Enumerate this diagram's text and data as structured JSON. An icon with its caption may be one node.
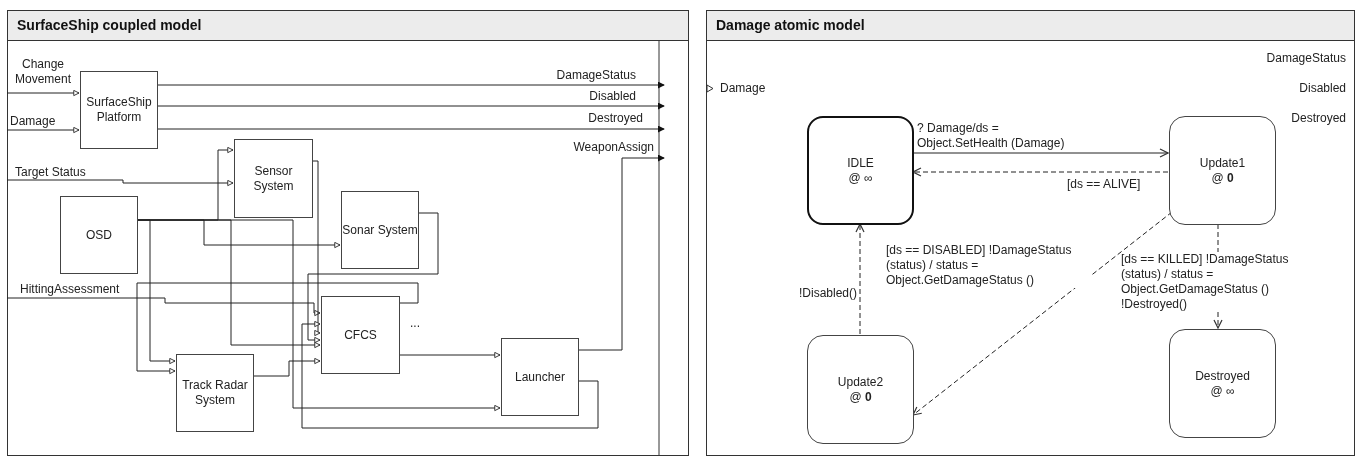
{
  "diagram": {
    "nodes": [
      {
        "text": [
          "SurfaceShip coupled model"
        ]
      },
      {
        "text": [
          "SurfaceShip Platform"
        ],
        "in": 0
      },
      {
        "text": [
          "Sensor System"
        ],
        "in": 0
      },
      {
        "text": [
          "OSD"
        ],
        "in": 0
      },
      {
        "text": [
          "Sonar System"
        ],
        "in": 0
      },
      {
        "text": [
          "CFCS"
        ],
        "in": 0,
        "beside": [
          "..."
        ]
      },
      {
        "text": [
          "Track Radar System"
        ],
        "in": 0
      },
      {
        "text": [
          "Launcher"
        ],
        "in": 0
      },
      {
        "text": [
          "Damage atomic model"
        ]
      },
      {
        "text": [
          "IDLE",
          "@ ∞"
        ],
        "in": 8
      },
      {
        "text": [
          "Update1",
          "@ **0**"
        ],
        "in": 8
      },
      {
        "text": [
          "Update2",
          "@ **0**"
        ],
        "in": 8
      },
      {
        "text": [
          "Destroyed",
          "@ ∞"
        ],
        "in": 8
      }
    ],
    "edges": [
      {
        "from": null,
        "to": 1,
        "arrow": "to",
        "label": "Change Movement"
      },
      {
        "from": null,
        "to": 1,
        "arrow": "to",
        "label": "Damage"
      },
      {
        "from": 1,
        "to": null,
        "arrow": "to",
        "label": "DamageStatus"
      },
      {
        "from": 1,
        "to": null,
        "arrow": "to",
        "label": "Disabled"
      },
      {
        "from": 1,
        "to": null,
        "arrow": "to",
        "label": "Destroyed"
      },
      {
        "from": null,
        "to": 2,
        "arrow": "to",
        "label": "Target Status"
      },
      {
        "from": null,
        "to": 5,
        "arrow": "to",
        "label": "HittingAssessment"
      },
      {
        "from": 3,
        "to": 2,
        "arrow": "to"
      },
      {
        "from": 3,
        "to": 4,
        "arrow": "to"
      },
      {
        "from": 3,
        "to": 6,
        "arrow": "to"
      },
      {
        "from": 3,
        "to": 5,
        "arrow": "to"
      },
      {
        "from": 3,
        "to": 7,
        "arrow": "to"
      },
      {
        "from": 2,
        "to": 5,
        "arrow": "to"
      },
      {
        "from": 4,
        "to": 5,
        "arrow": "to"
      },
      {
        "from": 5,
        "to": 6,
        "arrow": "to"
      },
      {
        "from": 6,
        "to": 5,
        "arrow": "to"
      },
      {
        "from": 5,
        "to": 7,
        "arrow": "to"
      },
      {
        "from": 7,
        "to": 5,
        "arrow": "to"
      },
      {
        "from": 7,
        "to": null,
        "arrow": "to",
        "label": "WeaponAssign"
      },
      {
        "from": 9,
        "to": 10,
        "arrow": "to",
        "label": "? Damage/ds = Object.SetHealth (Damage)"
      },
      {
        "from": 10,
        "to": 9,
        "arrow": "to",
        "label": "[ds == ALIVE]",
        "style": "dashed"
      },
      {
        "from": 10,
        "to": 11,
        "arrow": "to",
        "label": "[ds == DISABLED] !DamageStatus (status) / status = Object.GetDamageStatus ()",
        "style": "dashed"
      },
      {
        "from": 11,
        "to": 9,
        "arrow": "to",
        "label": "!Disabled()",
        "style": "dashed"
      },
      {
        "from": 10,
        "to": 12,
        "arrow": "to",
        "label": "[ds == KILLED] !DamageStatus (status) / status =  Object.GetDamageStatus () !Destroyed()",
        "style": "dashed"
      }
    ],
    "labels": [
      "Damage",
      "DamageStatus",
      "Disabled",
      "Destroyed"
    ]
  }
}
